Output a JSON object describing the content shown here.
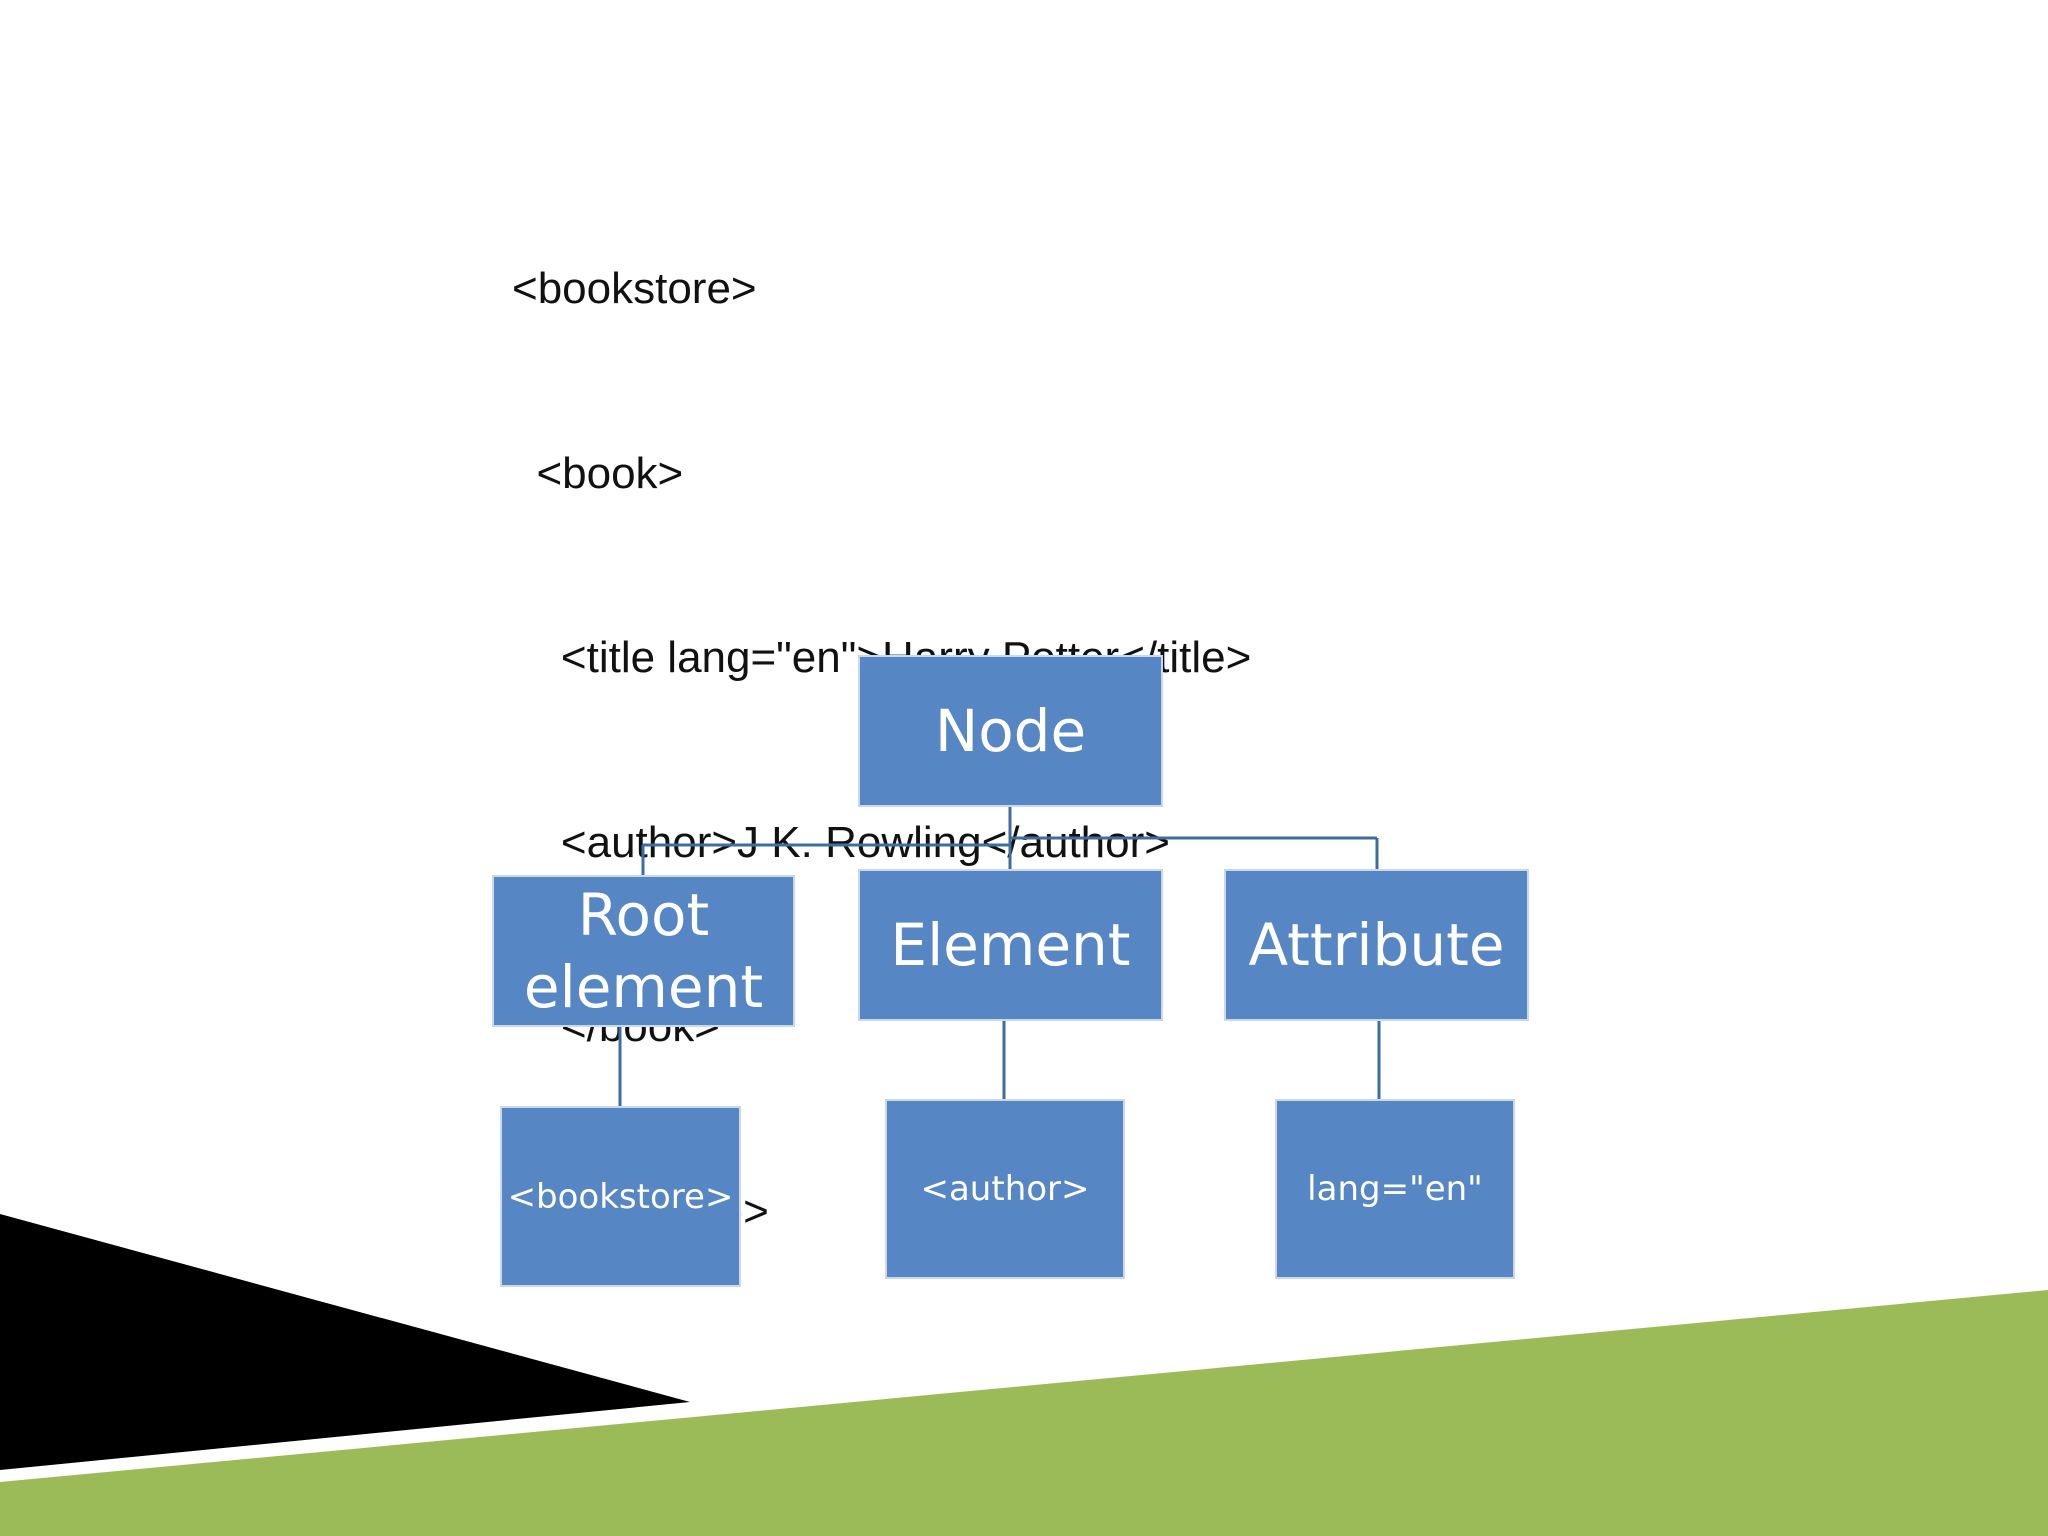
{
  "code": {
    "lines": [
      "<bookstore>",
      "  <book>",
      "    <title lang=\"en\">Harry Potter</title>",
      "    <author>J K. Rowling</author>",
      "    </book>",
      "</bookstore>"
    ]
  },
  "diagram": {
    "root": {
      "label": "Node"
    },
    "children": [
      {
        "label": "Root\nelement",
        "leaf": "<bookstore>"
      },
      {
        "label": "Element",
        "leaf": "<author>"
      },
      {
        "label": "Attribute",
        "leaf": "lang=\"en\""
      }
    ]
  },
  "colors": {
    "box_fill": "#5686c3",
    "box_border": "#c9d8ec",
    "connector": "#3f6d9e",
    "accent_green": "#9bbb59",
    "accent_black": "#000000"
  }
}
